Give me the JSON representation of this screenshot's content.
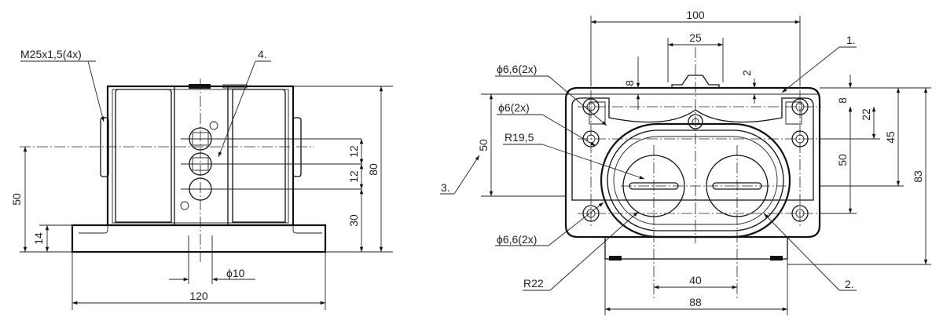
{
  "left_view": {
    "thread_label": "M25x1,5(4x)",
    "callout_4": "4.",
    "dim_height_total": "80",
    "dim_pitch_a": "12",
    "dim_pitch_b": "12",
    "dim_lower": "30",
    "dim_axis_height": "50",
    "dim_base_height": "14",
    "dim_diameter": "ϕ10",
    "dim_width": "120"
  },
  "right_view": {
    "dim_width_top": "100",
    "dim_top_25": "25",
    "callout_1": "1.",
    "callout_2": "2.",
    "callout_3": "3.",
    "hole_upper": "ϕ6,6(2x)",
    "hole_mid": "ϕ6(2x)",
    "hole_lower": "ϕ6,6(2x)",
    "radius_small": "R19,5",
    "radius_large": "R22",
    "dim_8_left": "8",
    "dim_2": "2",
    "dim_8_right": "8",
    "dim_22": "22",
    "dim_45": "45",
    "dim_50_right": "50",
    "dim_83": "83",
    "dim_50_left": "50",
    "dim_40": "40",
    "dim_88": "88"
  }
}
